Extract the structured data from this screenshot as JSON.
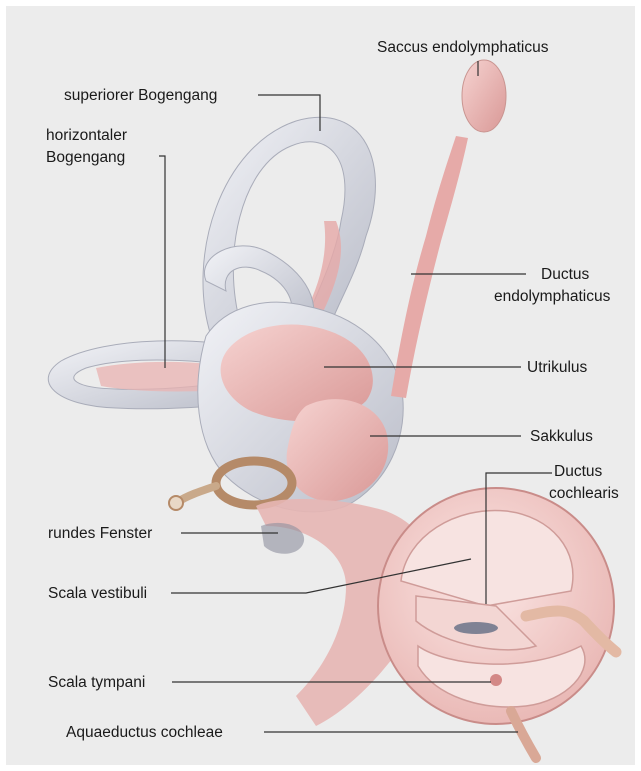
{
  "labels": {
    "saccus_endolymphaticus": "Saccus endolymphaticus",
    "superiorer_bogengang": "superiorer Bogengang",
    "horizontaler_line1": "horizontaler",
    "horizontaler_line2": "Bogengang",
    "ductus_endolymphaticus_line1": "Ductus",
    "ductus_endolymphaticus_line2": "endolymphaticus",
    "utrikulus": "Utrikulus",
    "sakkulus": "Sakkulus",
    "ductus_cochlearis_line1": "Ductus",
    "ductus_cochlearis_line2": "cochlearis",
    "rundes_fenster": "rundes Fenster",
    "scala_vestibuli": "Scala vestibuli",
    "scala_tympani": "Scala tympani",
    "aquaeductus_cochleae": "Aquaeductus cochleae"
  },
  "colors": {
    "background": "#ececec",
    "bony_labyrinth": "#d9dbe3",
    "membranous_labyrinth": "#e8b4b4",
    "cochlea_wall": "#f4d4d2",
    "nerve": "#c9a98a"
  }
}
